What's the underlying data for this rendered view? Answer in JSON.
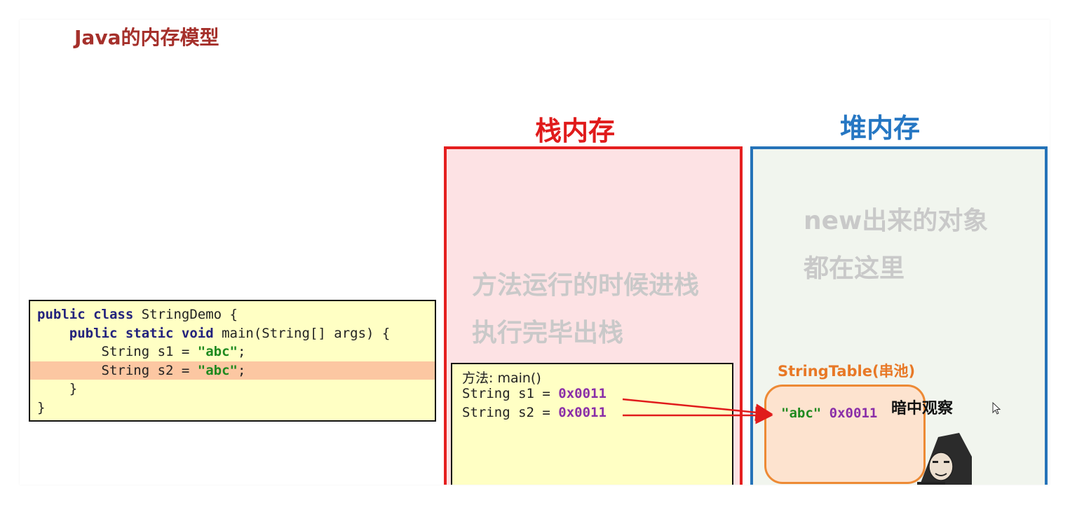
{
  "title": "Java的内存模型",
  "code": {
    "lines": [
      [
        {
          "t": "public class",
          "c": "kw"
        },
        {
          "t": " StringDemo {",
          "c": ""
        }
      ],
      [
        {
          "t": "    ",
          "c": ""
        },
        {
          "t": "public static void",
          "c": "kw"
        },
        {
          "t": " main(String[] args) {",
          "c": ""
        }
      ],
      [
        {
          "t": "        String s1 = ",
          "c": ""
        },
        {
          "t": "\"abc\"",
          "c": "str"
        },
        {
          "t": ";",
          "c": ""
        }
      ],
      [
        {
          "t": "        String s2 = ",
          "c": ""
        },
        {
          "t": "\"abc\"",
          "c": "str"
        },
        {
          "t": ";",
          "c": ""
        }
      ],
      [
        {
          "t": "    }",
          "c": ""
        }
      ],
      [
        {
          "t": "}",
          "c": ""
        }
      ]
    ],
    "highlight_line": 3
  },
  "stack": {
    "title": "栈内存",
    "hint_line1": "方法运行的时候进栈",
    "hint_line2": "执行完毕出栈",
    "frame": {
      "method_label": "方法: main()",
      "var1": "String s1 = ",
      "var1_addr": "0x0011",
      "var2": "String s2 = ",
      "var2_addr": "0x0011"
    }
  },
  "heap": {
    "title": "堆内存",
    "hint_line1": "new出来的对象",
    "hint_line2": "都在这里",
    "string_table_label": "StringTable(串池)",
    "pool_value": "\"abc\"",
    "pool_addr": "0x0011"
  },
  "annotation": "暗中观察",
  "colors": {
    "title": "#a5302b",
    "stack_accent": "#e01b1b",
    "heap_accent": "#2677c3",
    "stack_bg": "#fde2e4",
    "heap_bg": "#f1f5ee",
    "code_bg": "#ffffc4",
    "highlight": "#fcc7a2",
    "keyword": "#23227d",
    "string_literal": "#1f8a1f",
    "address": "#8a2ea8",
    "string_table": "#e87826"
  },
  "icons": [
    "mouse-cursor-icon",
    "meme-face-icon",
    "arrow-icon"
  ]
}
